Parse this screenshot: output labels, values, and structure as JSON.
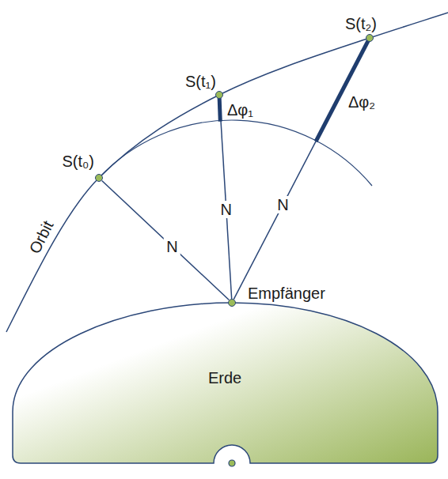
{
  "diagram": {
    "nodes": [
      {
        "text": [
          "S(t₀)"
        ]
      },
      {
        "text": [
          "S(t₁)"
        ]
      },
      {
        "text": [
          "S(t₂)"
        ]
      },
      {
        "text": [
          "Empfänger"
        ]
      },
      {
        "text": [
          "Erde"
        ]
      }
    ],
    "edges": [
      {
        "from": 3,
        "to": 0,
        "arrow": "none",
        "label": "N"
      },
      {
        "from": 3,
        "to": 1,
        "arrow": "none",
        "label": "N"
      },
      {
        "from": 3,
        "to": 2,
        "arrow": "none",
        "label": "N"
      }
    ],
    "labels": [
      "Δφ₁",
      "Δφ₂",
      "Orbit"
    ]
  }
}
